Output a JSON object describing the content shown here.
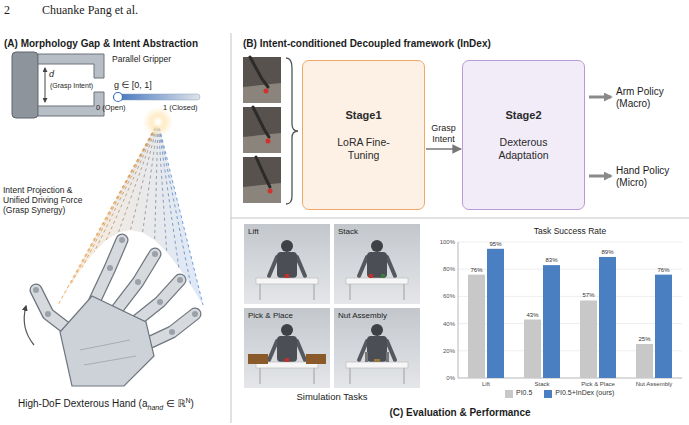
{
  "diagram": {
    "nodes": [
      {
        "text": [
          "Stage1",
          "LoRA Fine-Tuning"
        ]
      },
      {
        "text": [
          "Stage2",
          "Dexterous Adaptation"
        ]
      }
    ],
    "edges": [
      {
        "from": 0,
        "to": 1,
        "arrow": "to",
        "label": "Grasp Intent"
      }
    ],
    "labels": [
      "2",
      "Chuanke Pang et al.",
      "(A) Morphology Gap & Intent Abstraction",
      "Parallel Gripper",
      "d",
      "(Grasp Intent)",
      "g ∈ [0, 1]",
      "0 (Open)",
      "1 (Closed)",
      "Intent Projection & Unified Driving Force (Grasp Synergy)",
      "High-DoF Dexterous Hand (a",
      "hand",
      "∈ ℝ",
      "N",
      ")",
      "(B) Intent-conditioned Decoupled framework (InDex)",
      "Arm Policy (Macro)",
      "Hand Policy (Micro)",
      "Lift",
      "Stack",
      "Pick & Place",
      "Nut Assembly",
      "Simulation Tasks",
      "Task Success Rate",
      "0%",
      "20%",
      "40%",
      "60%",
      "80%",
      "100%",
      "76%",
      "95%",
      "43%",
      "83%",
      "57%",
      "89%",
      "25%",
      "76%",
      "Lift",
      "Stack",
      "Pick & Place",
      "Nut Assembly",
      "(C) Evaluation & Performance"
    ],
    "legend": [
      {
        "text": "PI0.5",
        "color": "#c8c8c8"
      },
      {
        "text": "PI0.5+InDex (ours)",
        "color": "#4a7fc1"
      }
    ]
  }
}
